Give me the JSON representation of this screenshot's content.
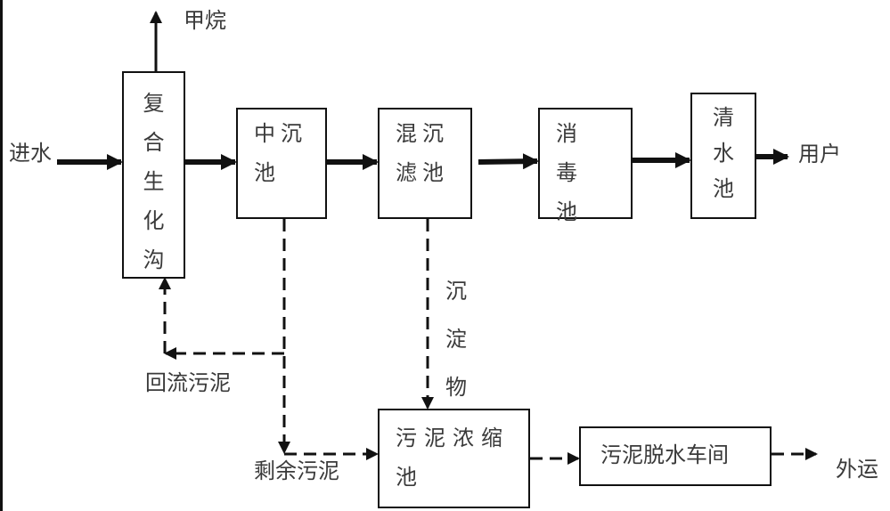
{
  "diagram": {
    "type": "process-flow",
    "nodes": {
      "biochem_ditch": "复合生化沟",
      "mid_settling": "中沉池",
      "mix_filter": "混沉滤池",
      "disinfection": "消毒池",
      "clear_water": "清水池",
      "sludge_thickening": "污泥浓缩池",
      "sludge_dewatering": "污泥脱水车间"
    },
    "labels": {
      "inflow": "进水",
      "methane": "甲烷",
      "user": "用户",
      "return_sludge": "回流污泥",
      "excess_sludge": "剩余污泥",
      "sediment": "沉淀物",
      "transport_out": "外运"
    },
    "lines": {
      "main_flow": "solid",
      "sludge_flow": "dashed"
    }
  }
}
